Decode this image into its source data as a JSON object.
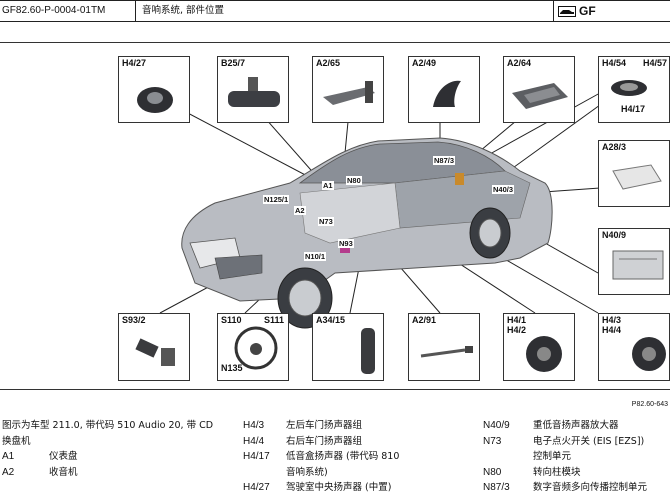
{
  "header": {
    "doc_code": "GF82.60-P-0004-01TM",
    "title": "音响系统, 部件位置",
    "logo_text": "GF"
  },
  "diagram": {
    "figure_id": "P82.60-643",
    "callouts_top": [
      "H4/27",
      "B25/7",
      "A2/65",
      "A2/49",
      "A2/64",
      "H4/54",
      "H4/57",
      "H4/17"
    ],
    "callouts_right": [
      "A28/3",
      "N40/9"
    ],
    "callouts_bottom": [
      "S93/2",
      "S110",
      "S111",
      "N135",
      "A34/15",
      "A2/91",
      "H4/1",
      "H4/2",
      "H4/3",
      "H4/4"
    ],
    "car_labels": [
      "N87/3",
      "N40/3",
      "N80",
      "A1",
      "N125/1",
      "A2",
      "N73",
      "N93",
      "N10/1"
    ]
  },
  "legend": {
    "intro": "图示为车型 211.0, 带代码 510 Audio 20, 带 CD 换盘机",
    "col1": [
      {
        "code": "A1",
        "desc": "仪表盘"
      },
      {
        "code": "A2",
        "desc": "收音机"
      }
    ],
    "col2": [
      {
        "code": "H4/3",
        "desc": "左后车门扬声器组"
      },
      {
        "code": "H4/4",
        "desc": "右后车门扬声器组"
      },
      {
        "code": "H4/17",
        "desc": "低音盒扬声器 (带代码 810"
      },
      {
        "code": "",
        "desc": "音响系统)"
      },
      {
        "code": "H4/27",
        "desc": "驾驶室中央扬声器 (中置)"
      }
    ],
    "col3": [
      {
        "code": "N40/9",
        "desc": "重低音扬声器放大器"
      },
      {
        "code": "N73",
        "desc": "电子点火开关 (EIS [EZS])"
      },
      {
        "code": "",
        "desc": "控制单元"
      },
      {
        "code": "N80",
        "desc": "转向柱模块"
      },
      {
        "code": "N87/3",
        "desc": "数字音频多向传播控制单元"
      }
    ]
  }
}
